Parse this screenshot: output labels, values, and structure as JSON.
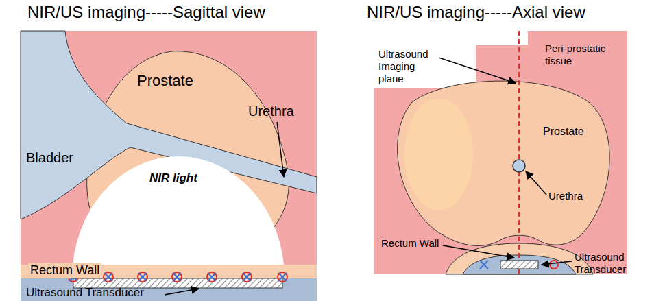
{
  "diagram": {
    "labels": [
      "NIR/US imaging-----Sagittal view",
      "Bladder",
      "Prostate",
      "Urethra",
      "NIR light",
      "Rectum Wall",
      "Ultrasound Transducer",
      "NIR/US imaging-----Axial view",
      "Ultrasound Imaging plane",
      "Peri-prostatic tissue",
      "Prostate",
      "Urethra",
      "Rectum Wall",
      "Ultrasound Transducer"
    ]
  }
}
